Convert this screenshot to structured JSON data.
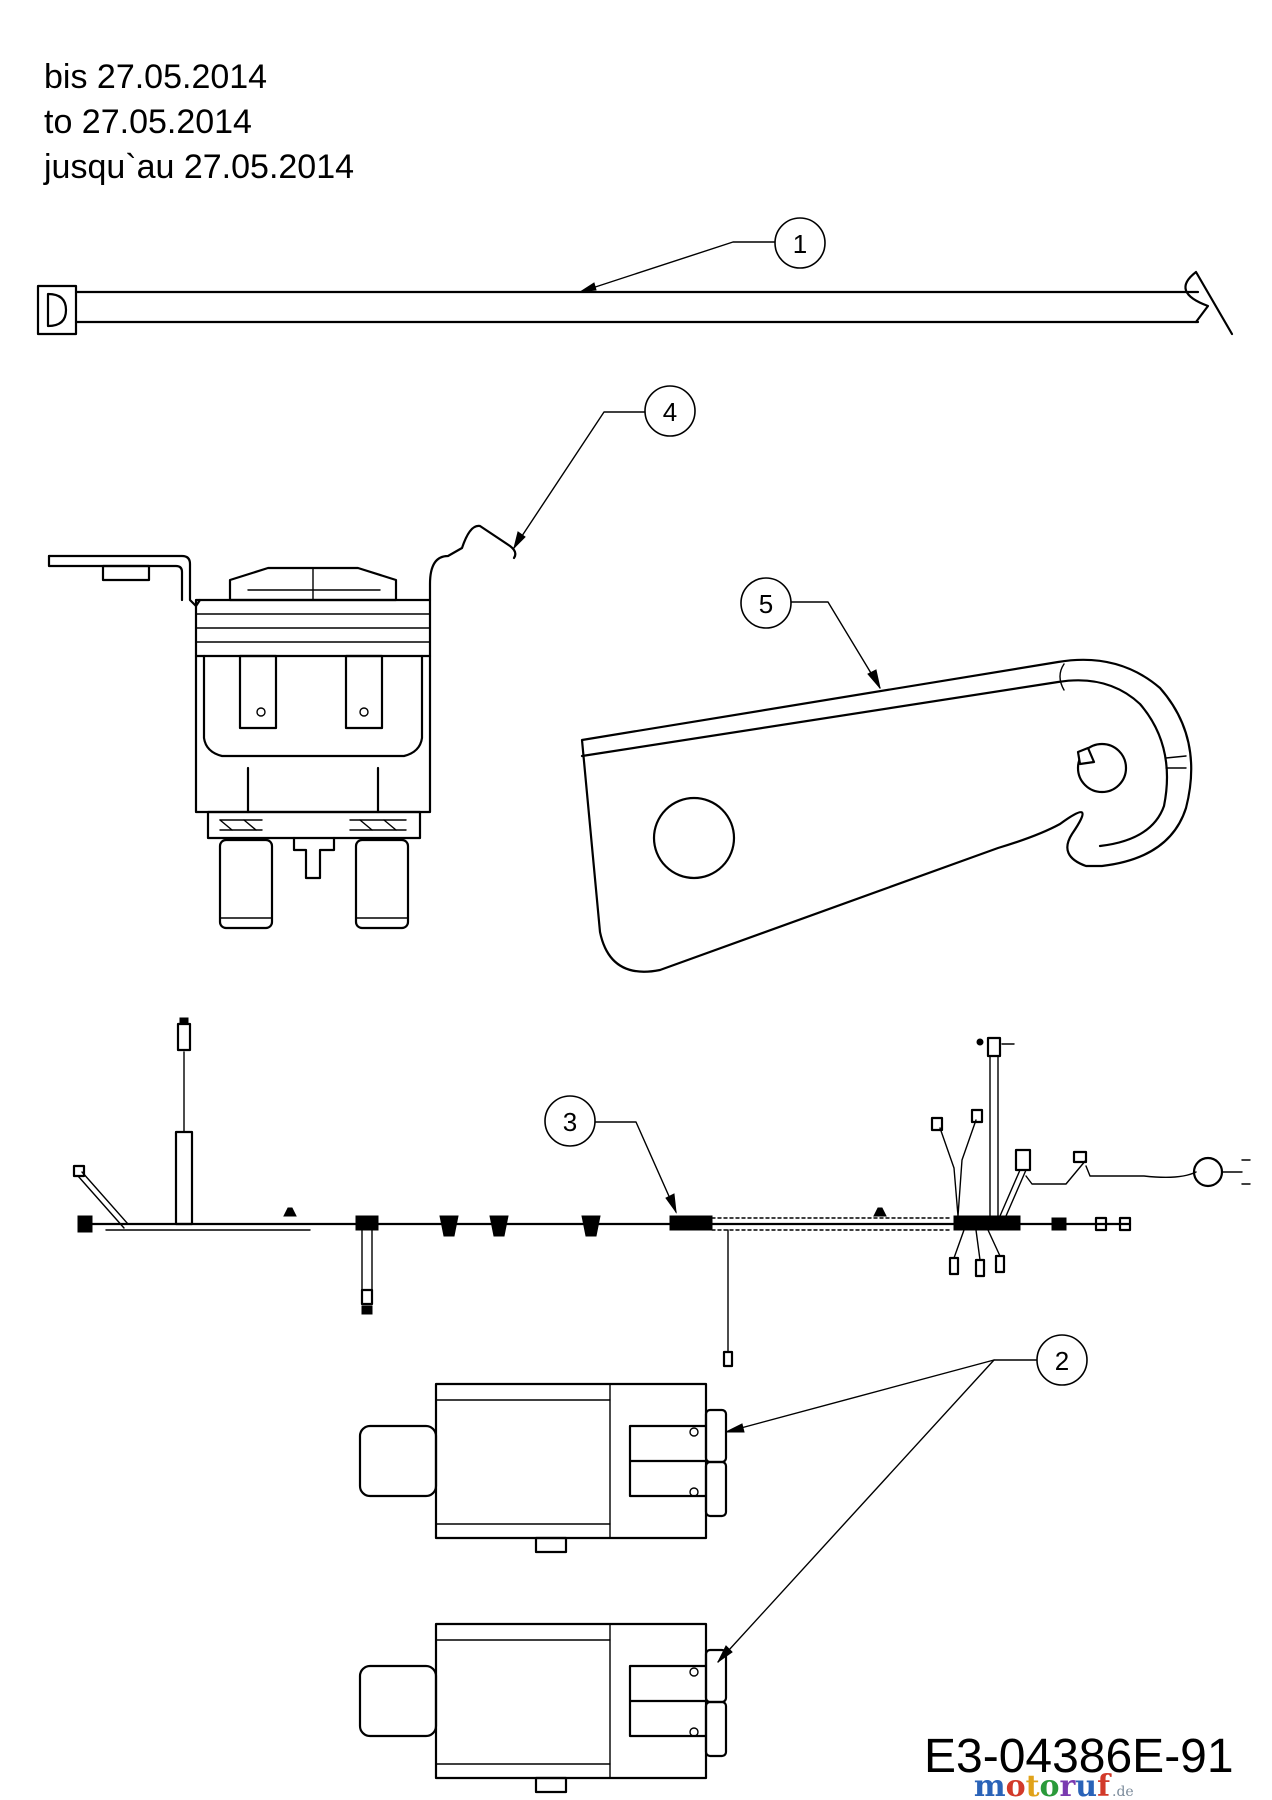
{
  "header": {
    "lines": [
      "bis 27.05.2014",
      "to 27.05.2014",
      "jusqu`au 27.05.2014"
    ]
  },
  "callouts": [
    {
      "number": "1",
      "part": "cable tie"
    },
    {
      "number": "2",
      "part": "switch"
    },
    {
      "number": "3",
      "part": "wire harness"
    },
    {
      "number": "4",
      "part": "solenoid"
    },
    {
      "number": "5",
      "part": "bracket"
    }
  ],
  "footer": {
    "drawing_code": "E3-04386E-91",
    "watermark": "motoruf",
    "watermark_suffix": ".de",
    "watermark_colors": [
      "#2a63b8",
      "#d23a2a",
      "#e0a21a",
      "#2a9a3a",
      "#7a3ab0",
      "#2a63b8",
      "#d23a2a"
    ]
  }
}
